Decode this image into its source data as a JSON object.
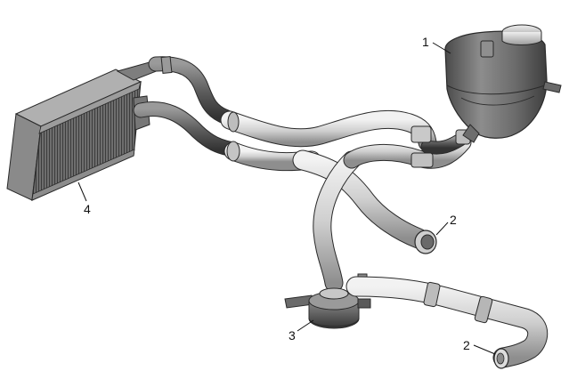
{
  "callouts": {
    "reservoir": "1",
    "hose_upper_outlet": "2",
    "pump": "3",
    "heater_core": "4",
    "hose_lower_outlet": "2"
  },
  "colors": {
    "hose_light": "#d4d4d4",
    "hose_mid": "#a8a8a8",
    "hose_dark": "#5a5a5a",
    "reservoir": "#6a6a6a",
    "heater": "#7a7a7a",
    "outline": "#2a2a2a"
  }
}
